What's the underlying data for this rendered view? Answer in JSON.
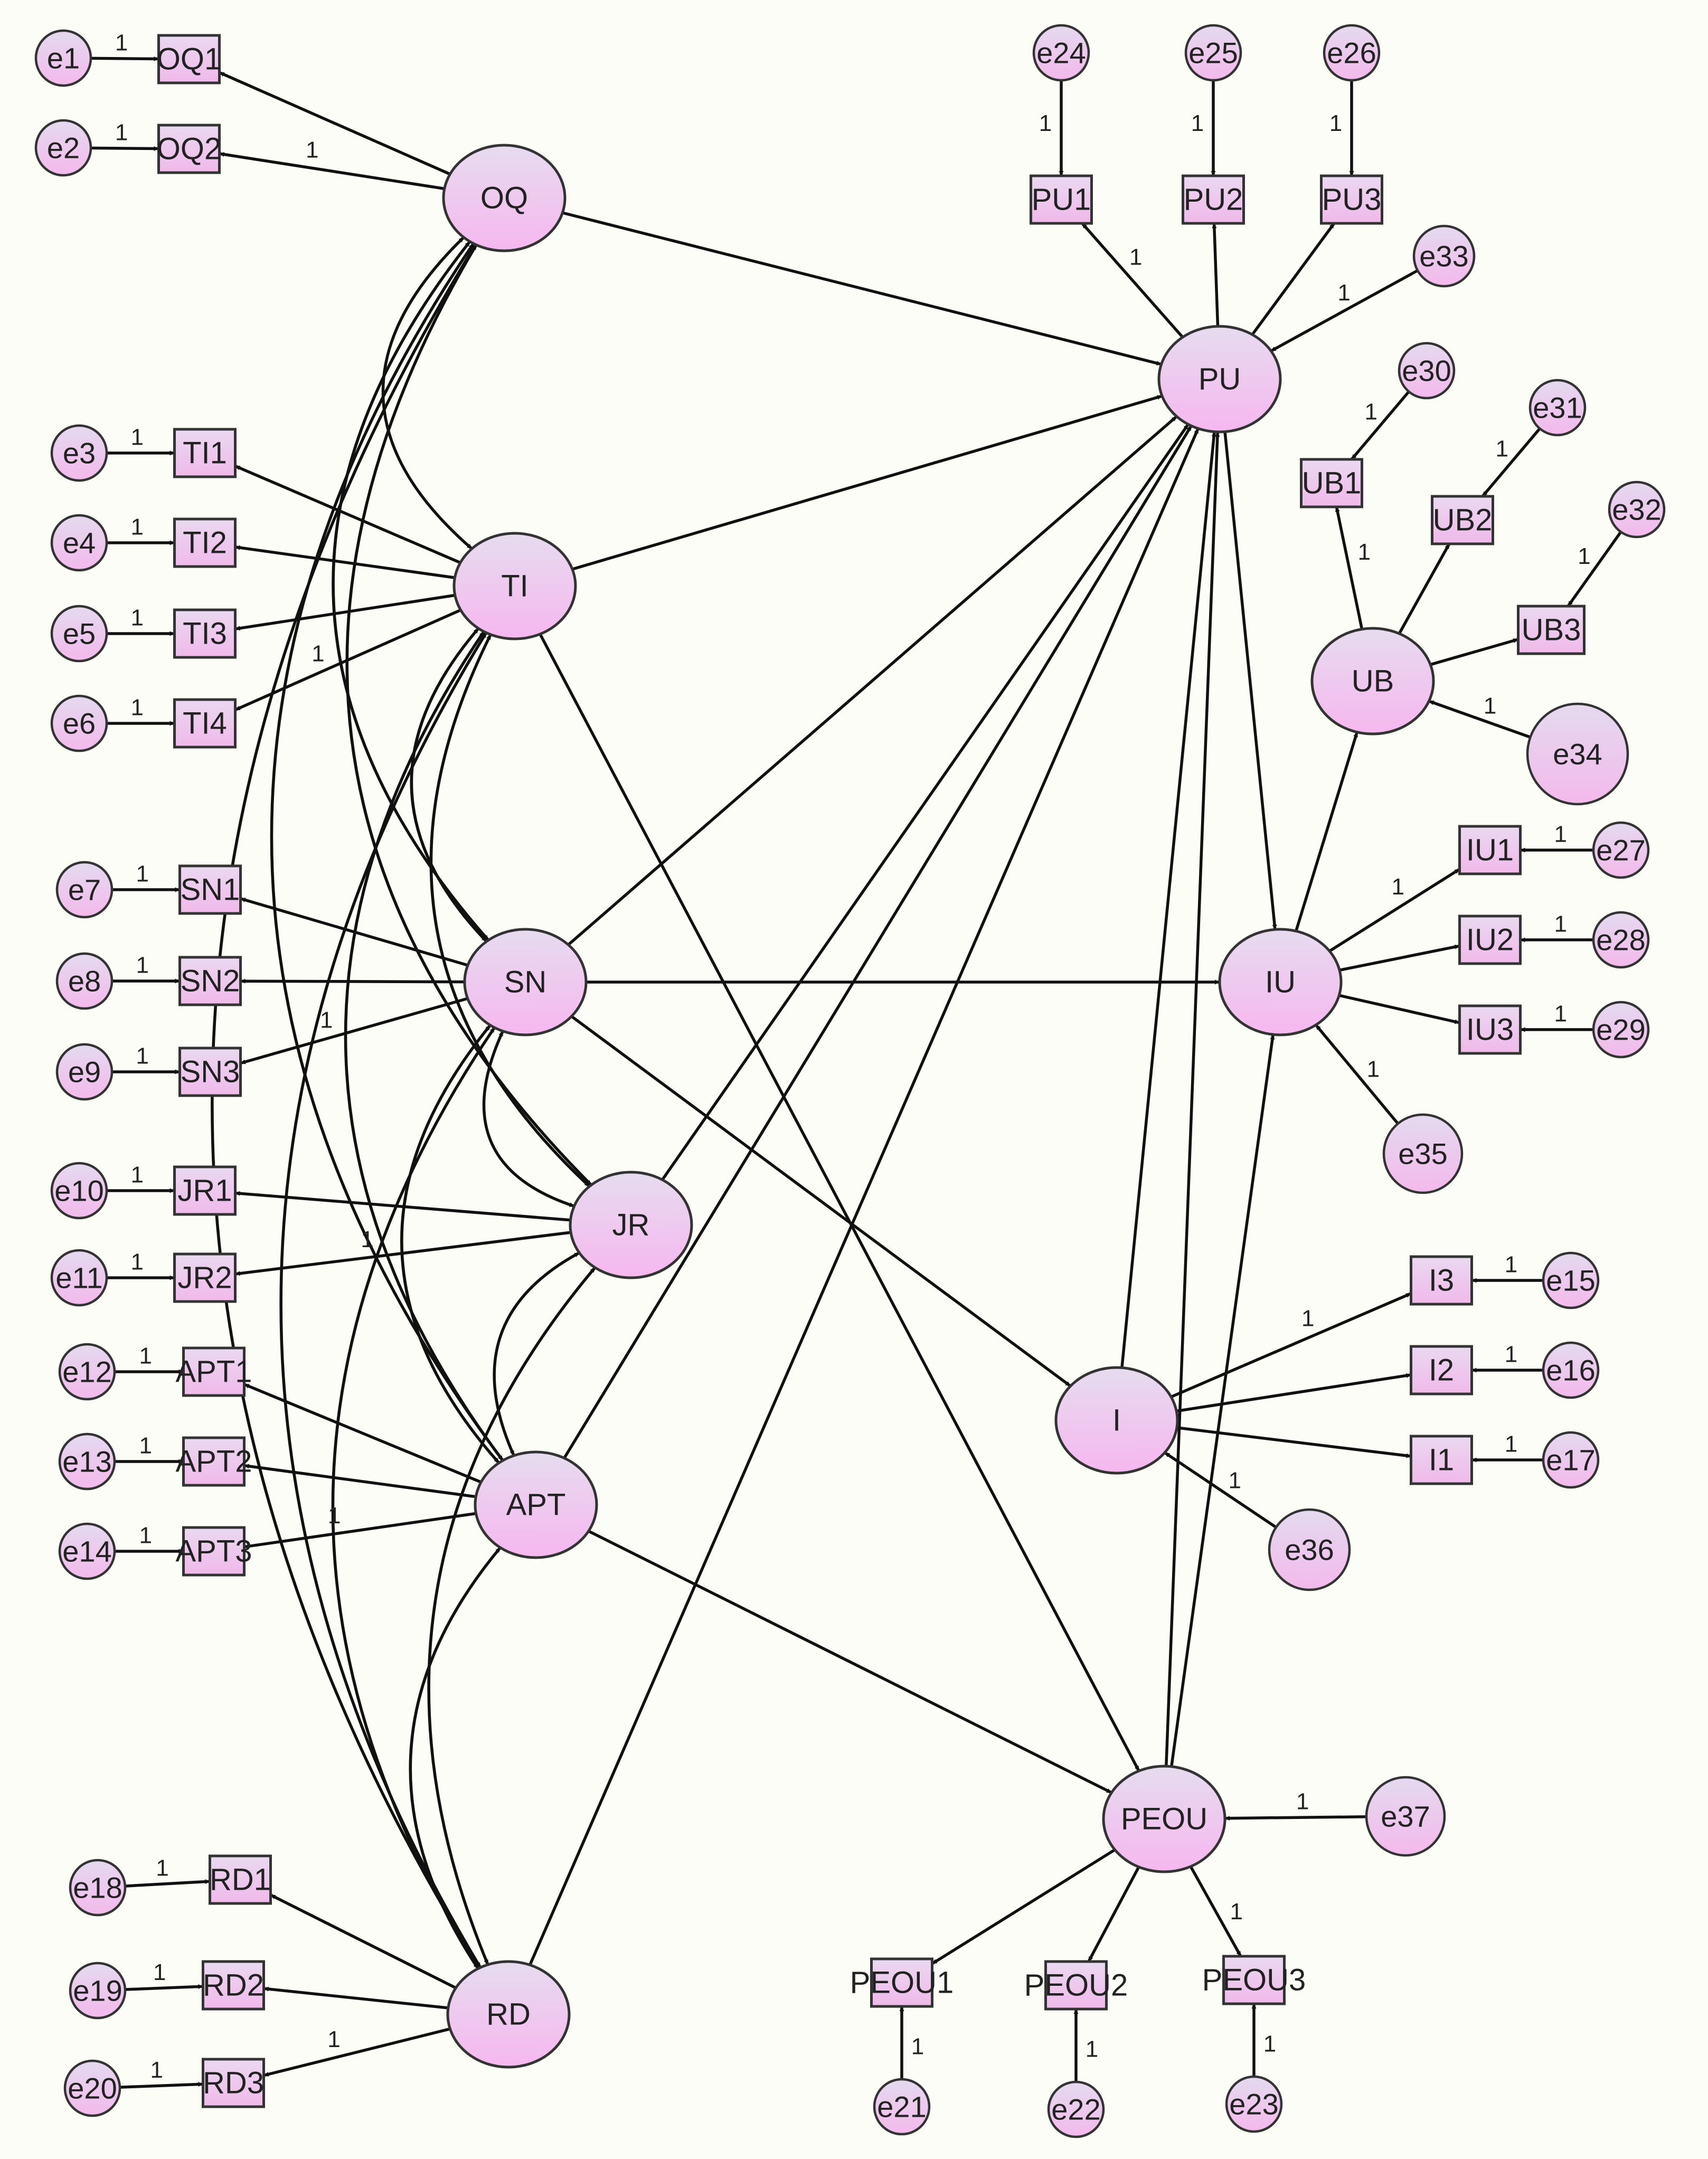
{
  "colors": {
    "background": "#fdfdf7",
    "node_fill_top": "#e7d9ee",
    "node_fill_bottom": "#f5b8ef",
    "stroke": "#111111"
  },
  "weight_label": "1",
  "latents": [
    {
      "id": "OQ",
      "label": "OQ"
    },
    {
      "id": "TI",
      "label": "TI"
    },
    {
      "id": "SN",
      "label": "SN"
    },
    {
      "id": "JR",
      "label": "JR"
    },
    {
      "id": "APT",
      "label": "APT"
    },
    {
      "id": "RD",
      "label": "RD"
    },
    {
      "id": "PU",
      "label": "PU"
    },
    {
      "id": "UB",
      "label": "UB"
    },
    {
      "id": "IU",
      "label": "IU"
    },
    {
      "id": "I",
      "label": "I"
    },
    {
      "id": "PEOU",
      "label": "PEOU"
    }
  ],
  "observed": [
    {
      "id": "OQ1",
      "label": "OQ1"
    },
    {
      "id": "OQ2",
      "label": "OQ2"
    },
    {
      "id": "TI1",
      "label": "TI1"
    },
    {
      "id": "TI2",
      "label": "TI2"
    },
    {
      "id": "TI3",
      "label": "TI3"
    },
    {
      "id": "TI4",
      "label": "TI4"
    },
    {
      "id": "SN1",
      "label": "SN1"
    },
    {
      "id": "SN2",
      "label": "SN2"
    },
    {
      "id": "SN3",
      "label": "SN3"
    },
    {
      "id": "JR1",
      "label": "JR1"
    },
    {
      "id": "JR2",
      "label": "JR2"
    },
    {
      "id": "APT1",
      "label": "APT1"
    },
    {
      "id": "APT2",
      "label": "APT2"
    },
    {
      "id": "APT3",
      "label": "APT3"
    },
    {
      "id": "RD1",
      "label": "RD1"
    },
    {
      "id": "RD2",
      "label": "RD2"
    },
    {
      "id": "RD3",
      "label": "RD3"
    },
    {
      "id": "PU1",
      "label": "PU1"
    },
    {
      "id": "PU2",
      "label": "PU2"
    },
    {
      "id": "PU3",
      "label": "PU3"
    },
    {
      "id": "UB1",
      "label": "UB1"
    },
    {
      "id": "UB2",
      "label": "UB2"
    },
    {
      "id": "UB3",
      "label": "UB3"
    },
    {
      "id": "IU1",
      "label": "IU1"
    },
    {
      "id": "IU2",
      "label": "IU2"
    },
    {
      "id": "IU3",
      "label": "IU3"
    },
    {
      "id": "I3",
      "label": "I3"
    },
    {
      "id": "I2",
      "label": "I2"
    },
    {
      "id": "I1",
      "label": "I1"
    },
    {
      "id": "PEOU1",
      "label": "PEOU1"
    },
    {
      "id": "PEOU2",
      "label": "PEOU2"
    },
    {
      "id": "PEOU3",
      "label": "PEOU3"
    }
  ],
  "errors": [
    {
      "id": "e1",
      "label": "e1"
    },
    {
      "id": "e2",
      "label": "e2"
    },
    {
      "id": "e3",
      "label": "e3"
    },
    {
      "id": "e4",
      "label": "e4"
    },
    {
      "id": "e5",
      "label": "e5"
    },
    {
      "id": "e6",
      "label": "e6"
    },
    {
      "id": "e7",
      "label": "e7"
    },
    {
      "id": "e8",
      "label": "e8"
    },
    {
      "id": "e9",
      "label": "e9"
    },
    {
      "id": "e10",
      "label": "e10"
    },
    {
      "id": "e11",
      "label": "e11"
    },
    {
      "id": "e12",
      "label": "e12"
    },
    {
      "id": "e13",
      "label": "e13"
    },
    {
      "id": "e14",
      "label": "e14"
    },
    {
      "id": "e15",
      "label": "e15"
    },
    {
      "id": "e16",
      "label": "e16"
    },
    {
      "id": "e17",
      "label": "e17"
    },
    {
      "id": "e18",
      "label": "e18"
    },
    {
      "id": "e19",
      "label": "e19"
    },
    {
      "id": "e20",
      "label": "e20"
    },
    {
      "id": "e21",
      "label": "e21"
    },
    {
      "id": "e22",
      "label": "e22"
    },
    {
      "id": "e23",
      "label": "e23"
    },
    {
      "id": "e24",
      "label": "e24"
    },
    {
      "id": "e25",
      "label": "e25"
    },
    {
      "id": "e26",
      "label": "e26"
    },
    {
      "id": "e27",
      "label": "e27"
    },
    {
      "id": "e28",
      "label": "e28"
    },
    {
      "id": "e29",
      "label": "e29"
    },
    {
      "id": "e30",
      "label": "e30"
    },
    {
      "id": "e31",
      "label": "e31"
    },
    {
      "id": "e32",
      "label": "e32"
    },
    {
      "id": "e33",
      "label": "e33"
    },
    {
      "id": "e34",
      "label": "e34"
    },
    {
      "id": "e35",
      "label": "e35"
    },
    {
      "id": "e36",
      "label": "e36"
    },
    {
      "id": "e37",
      "label": "e37"
    }
  ],
  "loadings": [
    [
      "OQ",
      "OQ1",
      ""
    ],
    [
      "OQ",
      "OQ2",
      "1"
    ],
    [
      "TI",
      "TI1",
      ""
    ],
    [
      "TI",
      "TI2",
      ""
    ],
    [
      "TI",
      "TI3",
      ""
    ],
    [
      "TI",
      "TI4",
      "1"
    ],
    [
      "SN",
      "SN1",
      ""
    ],
    [
      "SN",
      "SN2",
      ""
    ],
    [
      "SN",
      "SN3",
      "1"
    ],
    [
      "JR",
      "JR1",
      ""
    ],
    [
      "JR",
      "JR2",
      "1"
    ],
    [
      "APT",
      "APT1",
      ""
    ],
    [
      "APT",
      "APT2",
      ""
    ],
    [
      "APT",
      "APT3",
      "1"
    ],
    [
      "RD",
      "RD1",
      ""
    ],
    [
      "RD",
      "RD2",
      ""
    ],
    [
      "RD",
      "RD3",
      "1"
    ],
    [
      "PU",
      "PU1",
      "1"
    ],
    [
      "PU",
      "PU2",
      ""
    ],
    [
      "PU",
      "PU3",
      ""
    ],
    [
      "UB",
      "UB1",
      "1"
    ],
    [
      "UB",
      "UB2",
      ""
    ],
    [
      "UB",
      "UB3",
      ""
    ],
    [
      "IU",
      "IU1",
      "1"
    ],
    [
      "IU",
      "IU2",
      ""
    ],
    [
      "IU",
      "IU3",
      ""
    ],
    [
      "I",
      "I3",
      "1"
    ],
    [
      "I",
      "I2",
      ""
    ],
    [
      "I",
      "I1",
      ""
    ],
    [
      "PEOU",
      "PEOU1",
      ""
    ],
    [
      "PEOU",
      "PEOU2",
      ""
    ],
    [
      "PEOU",
      "PEOU3",
      "1"
    ]
  ],
  "error_paths": [
    [
      "e1",
      "OQ1",
      "1"
    ],
    [
      "e2",
      "OQ2",
      "1"
    ],
    [
      "e3",
      "TI1",
      "1"
    ],
    [
      "e4",
      "TI2",
      "1"
    ],
    [
      "e5",
      "TI3",
      "1"
    ],
    [
      "e6",
      "TI4",
      "1"
    ],
    [
      "e7",
      "SN1",
      "1"
    ],
    [
      "e8",
      "SN2",
      "1"
    ],
    [
      "e9",
      "SN3",
      "1"
    ],
    [
      "e10",
      "JR1",
      "1"
    ],
    [
      "e11",
      "JR2",
      "1"
    ],
    [
      "e12",
      "APT1",
      "1"
    ],
    [
      "e13",
      "APT2",
      "1"
    ],
    [
      "e14",
      "APT3",
      "1"
    ],
    [
      "e18",
      "RD1",
      "1"
    ],
    [
      "e19",
      "RD2",
      "1"
    ],
    [
      "e20",
      "RD3",
      "1"
    ],
    [
      "e24",
      "PU1",
      "1"
    ],
    [
      "e25",
      "PU2",
      "1"
    ],
    [
      "e26",
      "PU3",
      "1"
    ],
    [
      "e30",
      "UB1",
      "1"
    ],
    [
      "e31",
      "UB2",
      "1"
    ],
    [
      "e32",
      "UB3",
      "1"
    ],
    [
      "e27",
      "IU1",
      "1"
    ],
    [
      "e28",
      "IU2",
      "1"
    ],
    [
      "e29",
      "IU3",
      "1"
    ],
    [
      "e15",
      "I3",
      "1"
    ],
    [
      "e16",
      "I2",
      "1"
    ],
    [
      "e17",
      "I1",
      "1"
    ],
    [
      "e21",
      "PEOU1",
      "1"
    ],
    [
      "e22",
      "PEOU2",
      "1"
    ],
    [
      "e23",
      "PEOU3",
      "1"
    ],
    [
      "e33",
      "PU",
      "1"
    ],
    [
      "e34",
      "UB",
      "1"
    ],
    [
      "e35",
      "IU",
      "1"
    ],
    [
      "e36",
      "I",
      "1"
    ],
    [
      "e37",
      "PEOU",
      "1"
    ]
  ],
  "structural_paths": [
    [
      "OQ",
      "PU"
    ],
    [
      "TI",
      "PU"
    ],
    [
      "SN",
      "PU"
    ],
    [
      "JR",
      "PU"
    ],
    [
      "APT",
      "PU"
    ],
    [
      "RD",
      "PU"
    ],
    [
      "I",
      "PU"
    ],
    [
      "PEOU",
      "PU"
    ],
    [
      "PU",
      "IU"
    ],
    [
      "SN",
      "IU"
    ],
    [
      "PEOU",
      "IU"
    ],
    [
      "IU",
      "UB"
    ],
    [
      "SN",
      "I"
    ],
    [
      "TI",
      "PEOU"
    ],
    [
      "APT",
      "PEOU"
    ]
  ],
  "covariances": [
    [
      "OQ",
      "TI"
    ],
    [
      "OQ",
      "SN"
    ],
    [
      "OQ",
      "JR"
    ],
    [
      "OQ",
      "APT"
    ],
    [
      "OQ",
      "RD"
    ],
    [
      "TI",
      "SN"
    ],
    [
      "TI",
      "JR"
    ],
    [
      "TI",
      "APT"
    ],
    [
      "TI",
      "RD"
    ],
    [
      "SN",
      "JR"
    ],
    [
      "SN",
      "APT"
    ],
    [
      "SN",
      "RD"
    ],
    [
      "JR",
      "APT"
    ],
    [
      "JR",
      "RD"
    ],
    [
      "APT",
      "RD"
    ]
  ]
}
